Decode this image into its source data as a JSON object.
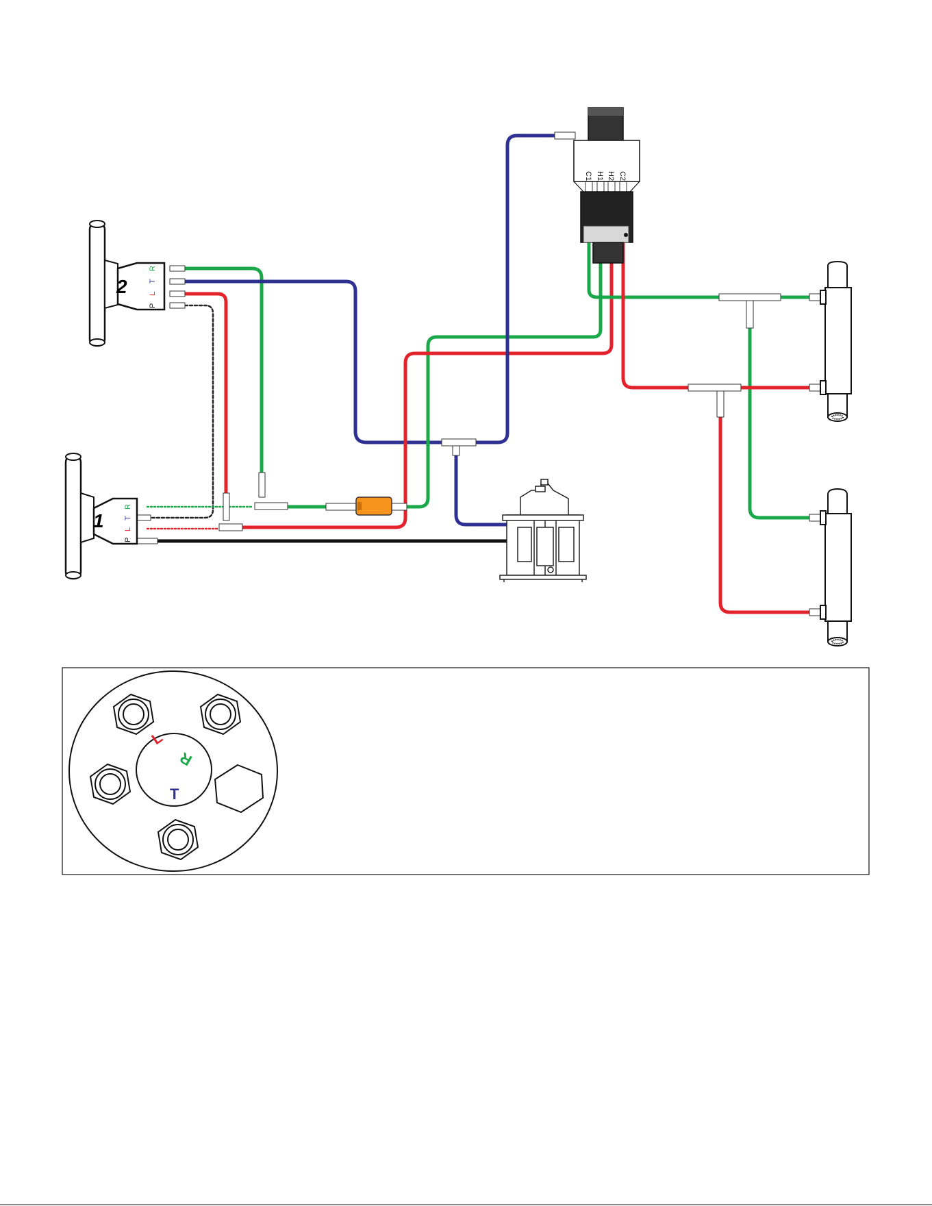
{
  "colors": {
    "green": "#1aa84a",
    "red": "#e3232c",
    "blue": "#2e3192",
    "black": "#111111",
    "orange": "#f7941d",
    "dotted_black": "#222222"
  },
  "helm2": {
    "number": "2",
    "ports": {
      "P": "P",
      "L": "L",
      "T": "T",
      "R": "R"
    }
  },
  "helm1": {
    "number": "1",
    "ports": {
      "P": "P",
      "L": "L",
      "T": "T",
      "R": "R"
    }
  },
  "valve": {
    "ports": {
      "c1": "C1",
      "h1": "H1",
      "h2": "H2",
      "c2": "C2"
    }
  },
  "inset": {
    "port_L": "L",
    "port_R": "R",
    "port_T": "T"
  }
}
